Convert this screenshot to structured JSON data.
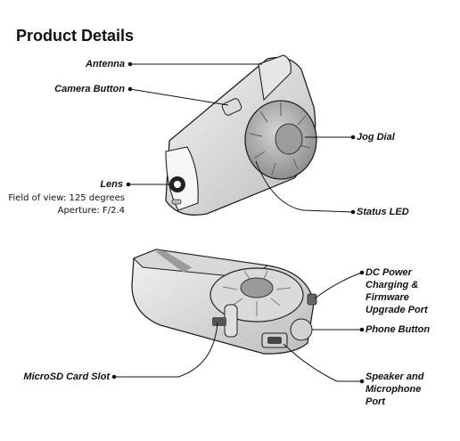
{
  "title": "Product Details",
  "labels": {
    "antenna": "Antenna",
    "camera_button": "Camera Button",
    "jog_dial": "Jog Dial",
    "lens": "Lens",
    "status_led": "Status LED",
    "dc_power": [
      "DC Power",
      "Charging &",
      "Firmware",
      "Upgrade Port"
    ],
    "phone_button": "Phone Button",
    "microsd_slot": "MicroSD Card Slot",
    "speaker_mic": [
      "Speaker and",
      "Microphone",
      "Port"
    ]
  },
  "lens_specs": {
    "field_of_view": "Field of view: 125 degrees",
    "aperture": "Aperture: F/2.4"
  }
}
